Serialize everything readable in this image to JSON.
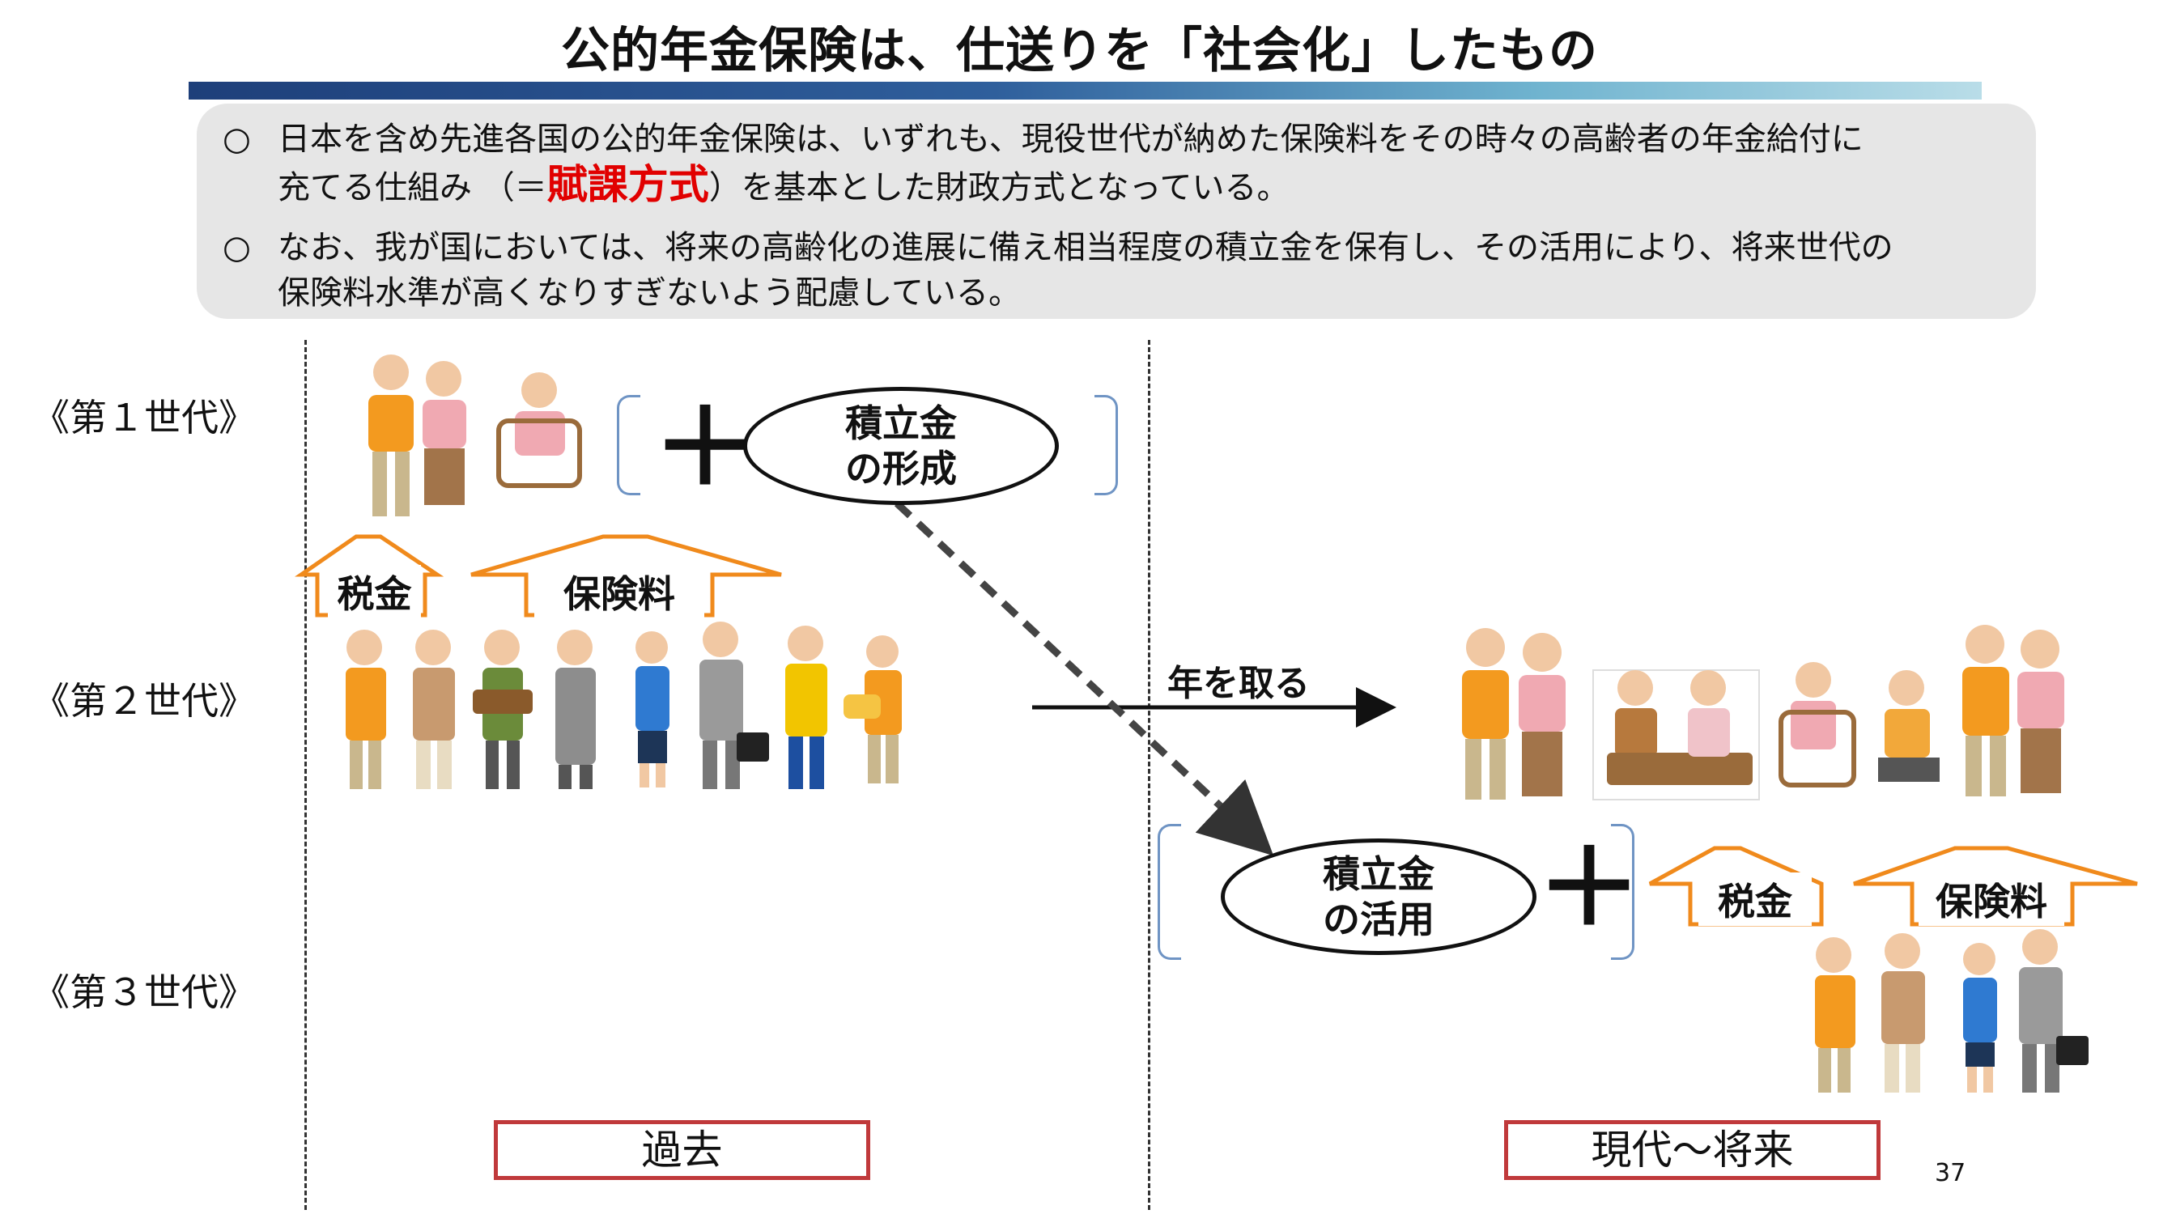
{
  "title": "公的年金保険は、仕送りを「社会化」したもの",
  "summary": {
    "para1_mark": "○",
    "para1_line1": "日本を含め先進各国の公的年金保険は、いずれも、現役世代が納めた保険料をその時々の高齢者の年金給付に",
    "para1_line2_a": "充てる仕組み （＝",
    "para1_line2_emph": "賦課方式",
    "para1_line2_b": "）を基本とした財政方式となっている。",
    "para2_mark": "○",
    "para2_line1": "なお、我が国においては、将来の高齢化の進展に備え相当程度の積立金を保有し、その活用により、将来世代の",
    "para2_line2": "保険料水準が高くなりすぎないよう配慮している。"
  },
  "generations": {
    "first": "《第１世代》",
    "second": "《第２世代》",
    "third": "《第３世代》"
  },
  "past": {
    "tax": "税金",
    "premium": "保険料",
    "plus": "＋",
    "reserve_line1": "積立金",
    "reserve_line2": "の形成",
    "label": "過去"
  },
  "aging_arrow_label": "年を取る",
  "future": {
    "reserve_line1": "積立金",
    "reserve_line2": "の活用",
    "plus": "＋",
    "tax": "税金",
    "premium": "保険料",
    "label": "現代～将来"
  },
  "page_number": "37",
  "colors": {
    "accent_red": "#e10000",
    "box_border": "#c0393b",
    "arrow_orange": "#f08a1c",
    "bracket_blue": "#6f94c4",
    "title_bar_start": "#1e3f7a",
    "title_bar_end": "#b9dde8"
  }
}
